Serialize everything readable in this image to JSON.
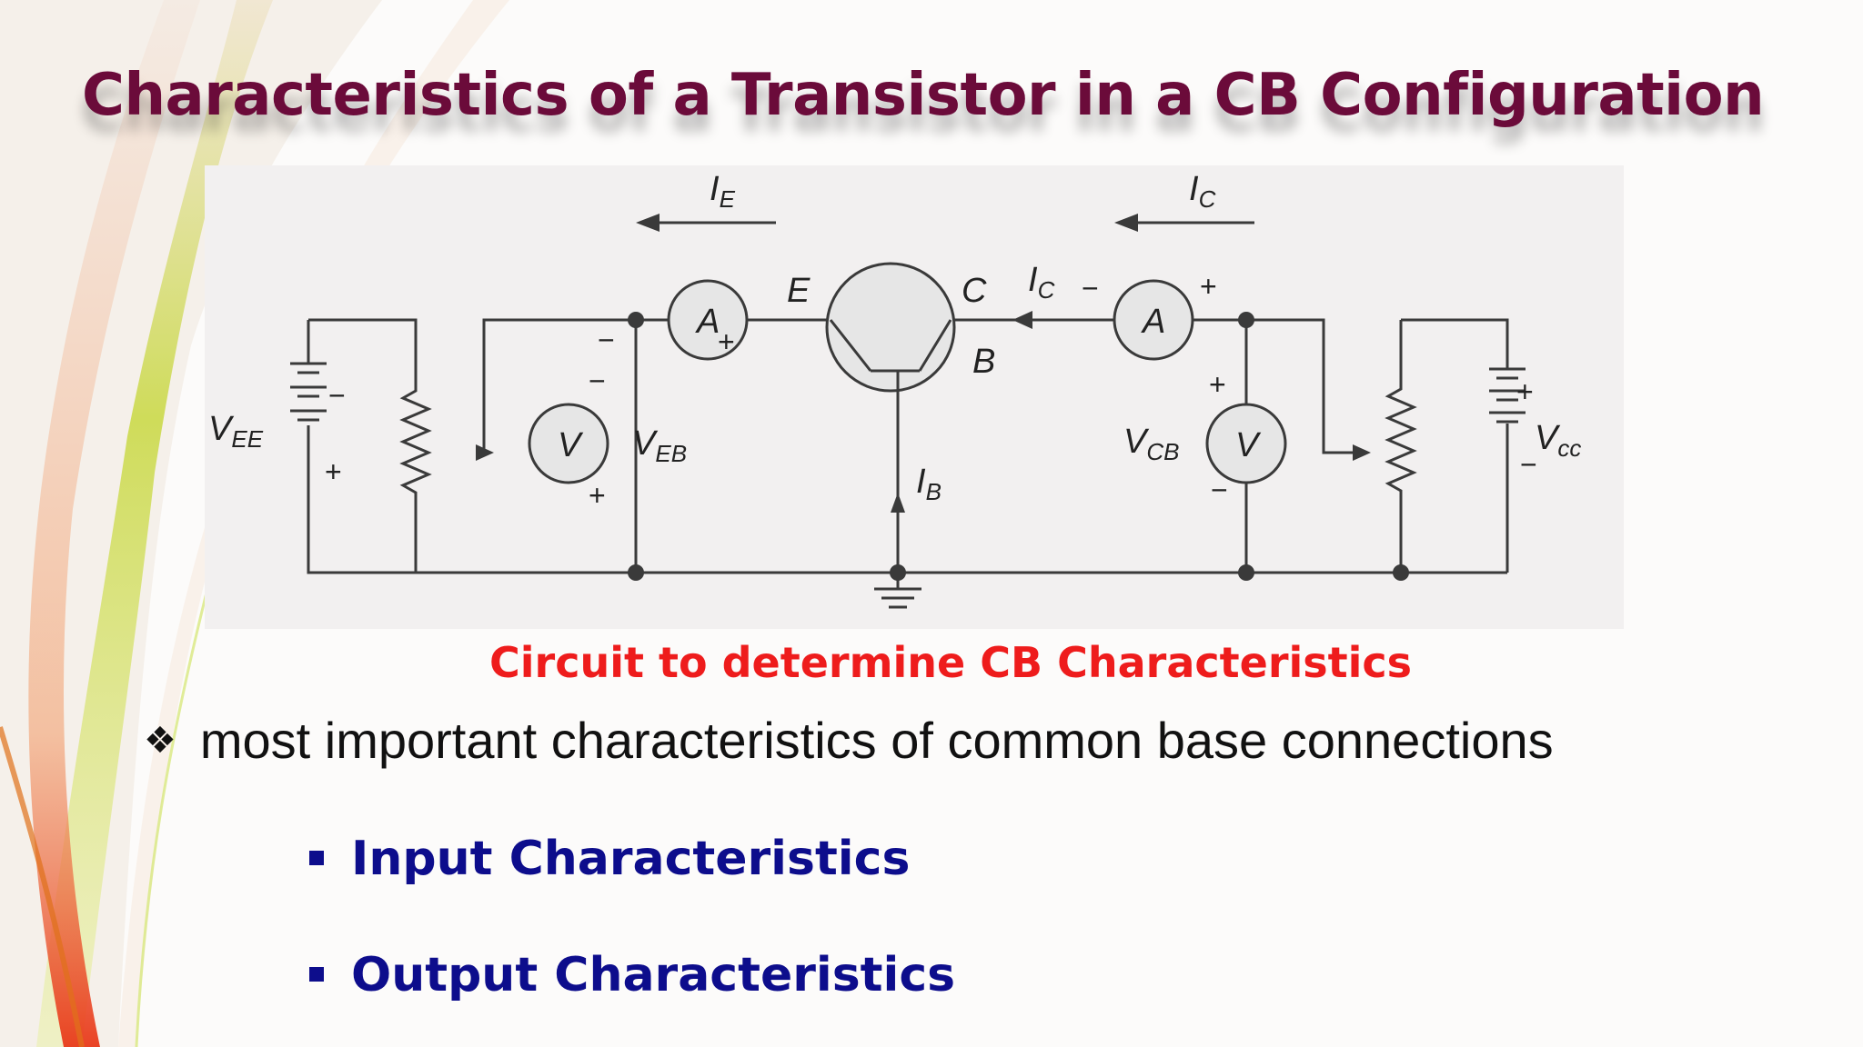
{
  "title": "Characteristics of a Transistor in a CB Configuration",
  "diagram": {
    "current_labels": {
      "ie_arrow": "I",
      "ie_sub": "E",
      "ic_arrow": "I",
      "ic_sub": "C",
      "ic_wire": "I",
      "ic_wire_sub": "C",
      "ib": "I",
      "ib_sub": "B"
    },
    "terminals": {
      "emitter": "E",
      "collector": "C",
      "base": "B"
    },
    "meters": {
      "ammeter_left": "A",
      "ammeter_right": "A",
      "voltmeter_left": "V",
      "voltmeter_right": "V"
    },
    "voltages": {
      "vee": "V",
      "vee_sub": "EE",
      "veb": "V",
      "veb_sub": "EB",
      "vcb": "V",
      "vcb_sub": "CB",
      "vcc": "V",
      "vcc_sub": "cc"
    },
    "signs": {
      "plus": "+",
      "minus": "−"
    }
  },
  "caption": "Circuit to determine CB Characteristics",
  "bullet": {
    "glyph": "❖",
    "text": "most important characteristics of common base connections"
  },
  "sub_bullets": [
    "Input Characteristics",
    "Output Characteristics"
  ],
  "colors": {
    "title": "#6b0b3a",
    "caption": "#ee1c1c",
    "sub_bullets": "#0d0d8c"
  }
}
